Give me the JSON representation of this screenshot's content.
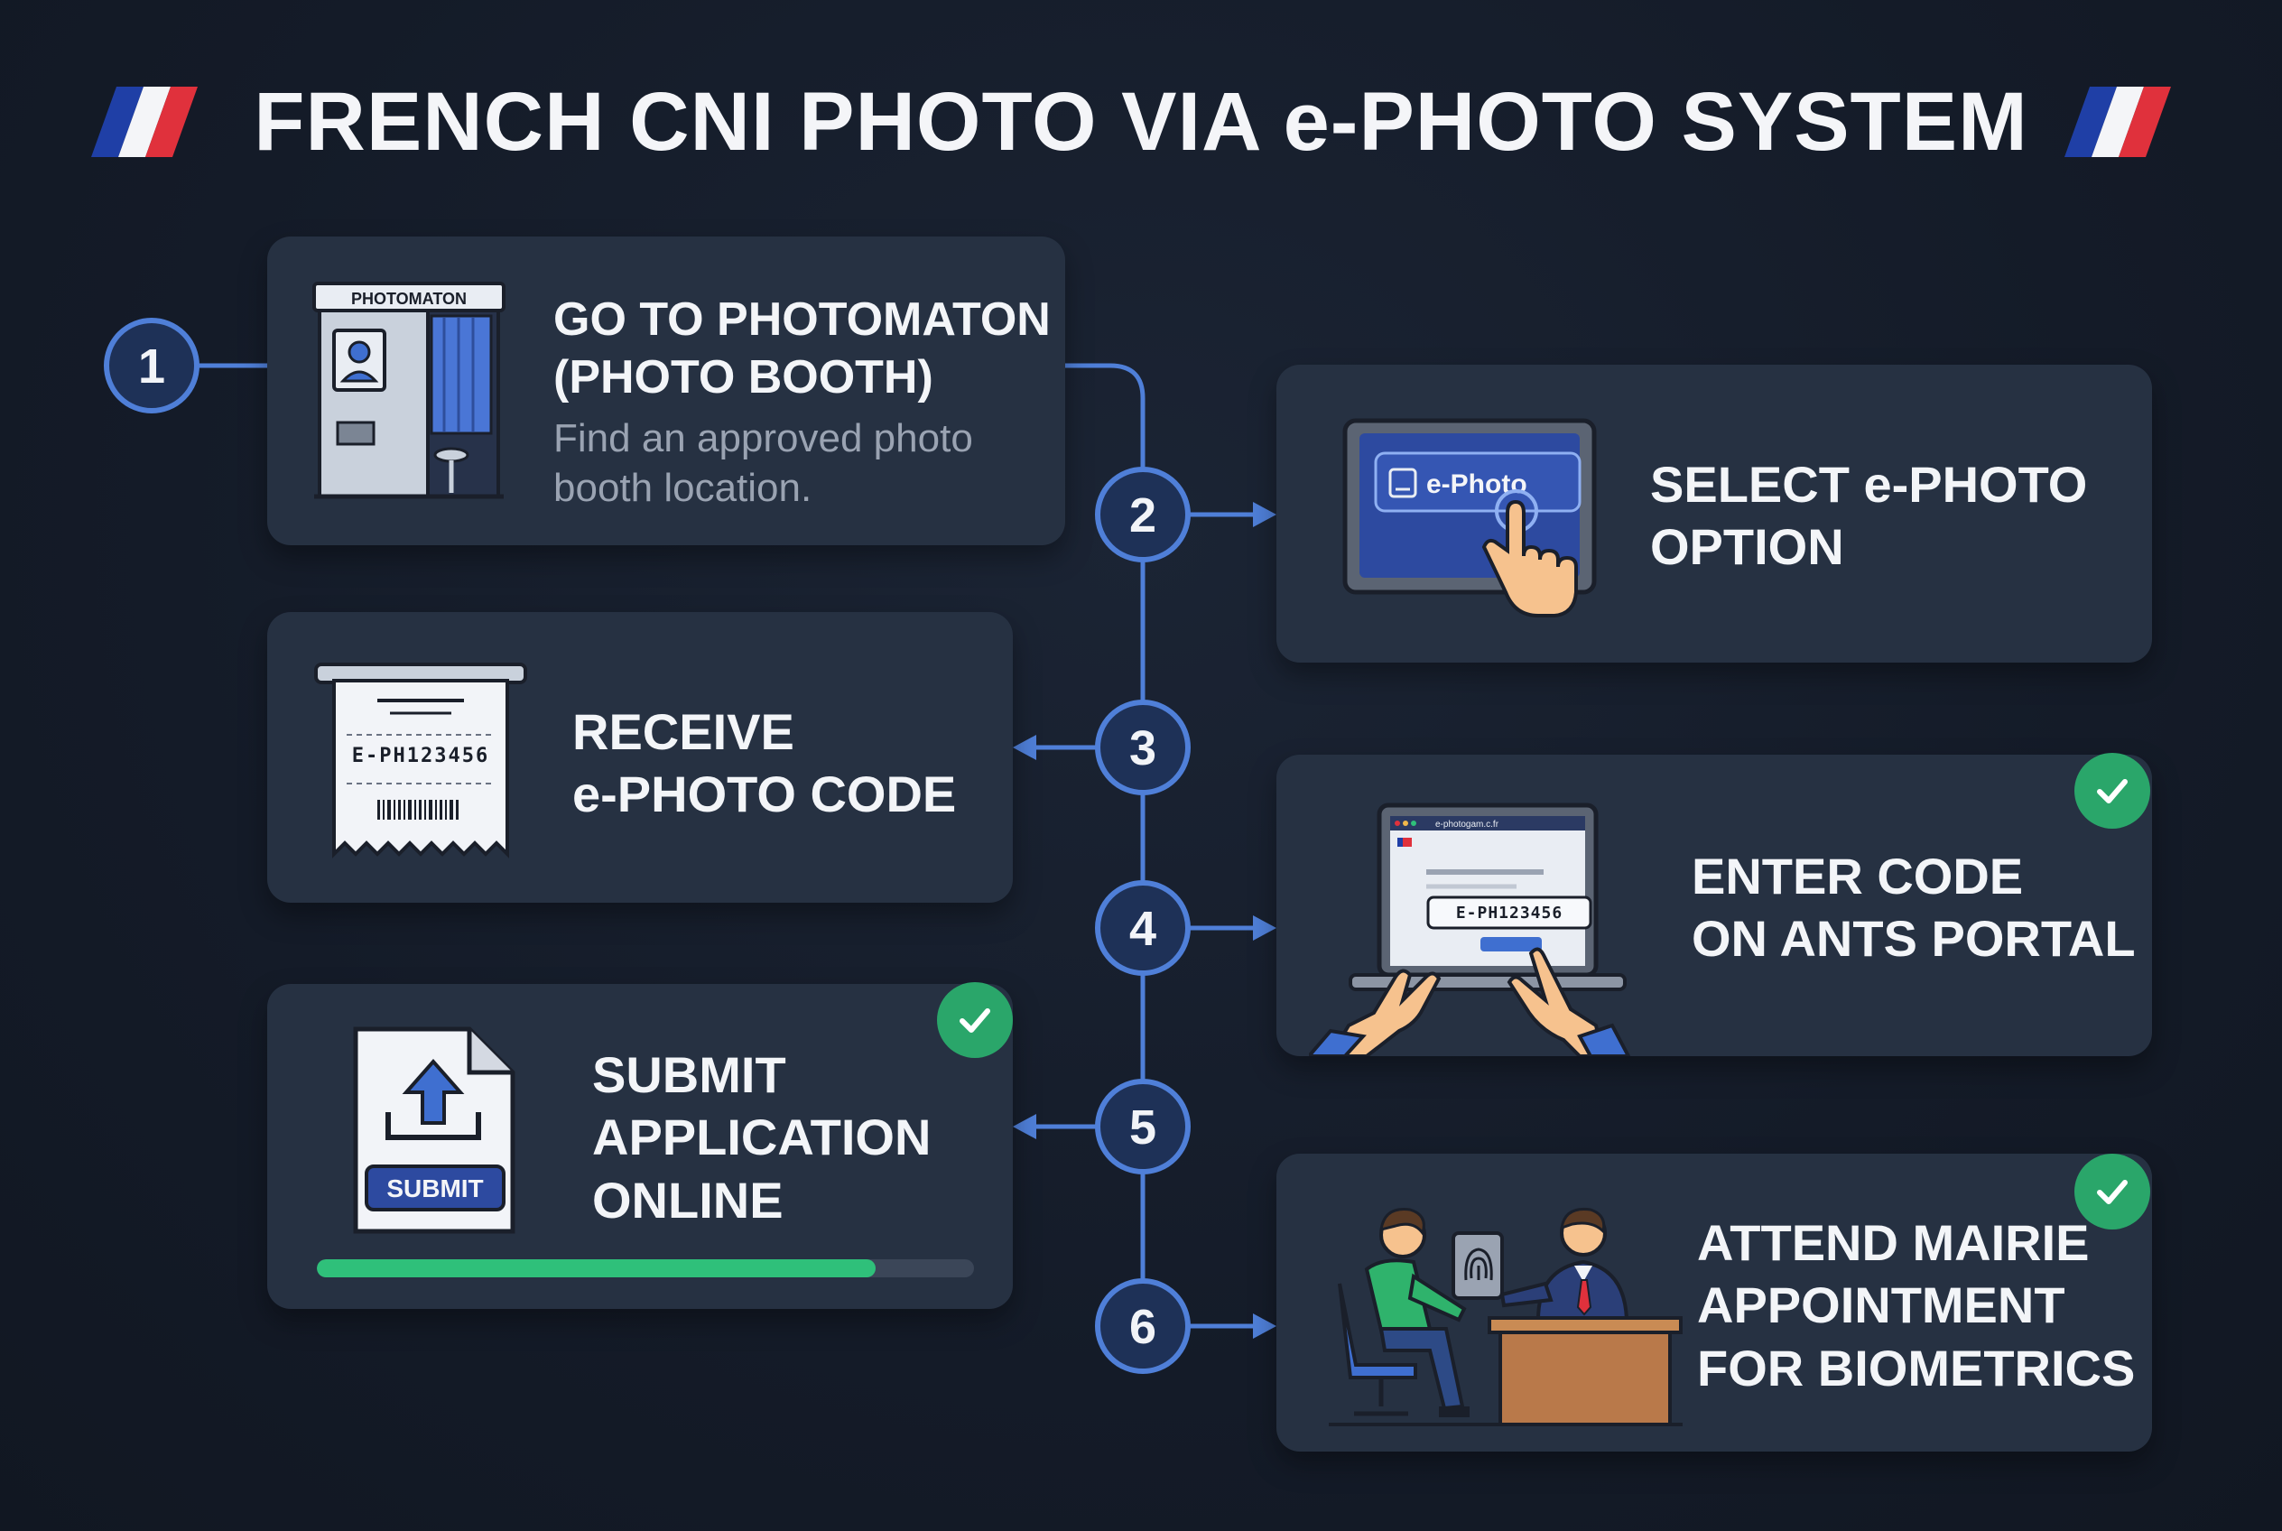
{
  "title": "FRENCH CNI PHOTO VIA e-PHOTO SYSTEM",
  "colors": {
    "background": "#141b28",
    "card": "#263142",
    "accent_blue": "#4f7fd8",
    "check_green": "#2aa66a",
    "progress_green": "#2fc07a",
    "flag_blue": "#1f3fa6",
    "flag_red": "#e0313c"
  },
  "steps": [
    {
      "number": "1",
      "title": "GO TO PHOTOMATON\n(PHOTO BOOTH)",
      "description": "Find an approved photo\nbooth location.",
      "icon": "photo-booth-icon",
      "booth_sign": "PHOTOMATON"
    },
    {
      "number": "2",
      "title": "SELECT e-PHOTO\nOPTION",
      "icon": "touchscreen-icon",
      "button_label": "e-Photo"
    },
    {
      "number": "3",
      "title": "RECEIVE\ne-PHOTO CODE",
      "icon": "receipt-icon",
      "code": "E-PH123456"
    },
    {
      "number": "4",
      "title": "ENTER CODE\nON ANTS PORTAL",
      "icon": "laptop-icon",
      "url": "e-photogam.c.fr",
      "code": "E-PH123456",
      "completed": true
    },
    {
      "number": "5",
      "title": "SUBMIT\nAPPLICATION\nONLINE",
      "icon": "upload-document-icon",
      "button_label": "SUBMIT",
      "progress": 0.85,
      "completed": true
    },
    {
      "number": "6",
      "title": "ATTEND MAIRIE\nAPPOINTMENT\nFOR BIOMETRICS",
      "icon": "appointment-icon",
      "completed": true
    }
  ]
}
